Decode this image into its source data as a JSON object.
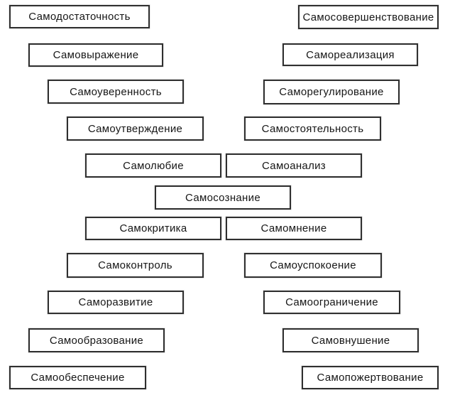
{
  "diagram": {
    "title_semantic": "self-concept terms diagram",
    "center": "Самосознание",
    "left_column": [
      "Самодостаточность",
      "Самовыражение",
      "Самоуверенность",
      "Самоутверждение",
      "Самолюбие",
      "Самокритика",
      "Самоконтроль",
      "Саморазвитие",
      "Самообразование",
      "Самообеспечение"
    ],
    "right_column": [
      "Самосовершенствование",
      "Самореализация",
      "Саморегулирование",
      "Самостоятельность",
      "Самоанализ",
      "Самомнение",
      "Самоуспокоение",
      "Самоограничение",
      "Самовнушение",
      "Самопожертвование"
    ],
    "colors": {
      "background": "#ffffff",
      "border": "#2f2f2f",
      "text": "#161616"
    }
  }
}
